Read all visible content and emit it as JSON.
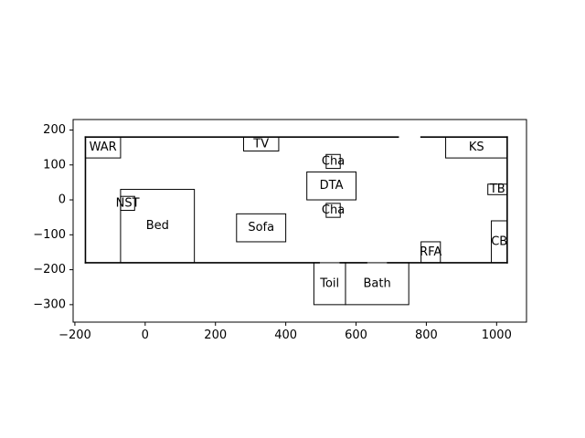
{
  "chart_data": {
    "type": "floor-plan",
    "xlim": [
      -205,
      1085
    ],
    "ylim": [
      -350,
      230
    ],
    "x_ticks": [
      -200,
      0,
      200,
      400,
      600,
      800,
      1000
    ],
    "y_ticks": [
      200,
      100,
      0,
      -100,
      -200,
      -300
    ],
    "x_tick_labels": [
      "−200",
      "0",
      "200",
      "400",
      "600",
      "800",
      "1000"
    ],
    "y_tick_labels": [
      "200",
      "100",
      "0",
      "−100",
      "−200",
      "−300"
    ],
    "walls": {
      "x0": -170,
      "x1": 1030,
      "y0": -180,
      "y1": 180,
      "gaps": [
        {
          "side": "top",
          "from": 720,
          "to": 785
        },
        {
          "side": "bottom",
          "from": 495,
          "to": 555
        },
        {
          "side": "bottom",
          "from": 630,
          "to": 690
        }
      ]
    },
    "rooms": [
      {
        "id": "war",
        "label": "WAR",
        "x0": -170,
        "x1": -70,
        "y0": 120,
        "y1": 180
      },
      {
        "id": "tv",
        "label": "TV",
        "x0": 280,
        "x1": 380,
        "y0": 140,
        "y1": 180
      },
      {
        "id": "cha-top",
        "label": "Cha",
        "x0": 515,
        "x1": 555,
        "y0": 90,
        "y1": 130
      },
      {
        "id": "dta",
        "label": "DTA",
        "x0": 460,
        "x1": 600,
        "y0": 0,
        "y1": 80
      },
      {
        "id": "cha-bottom",
        "label": "Cha",
        "x0": 515,
        "x1": 555,
        "y0": -50,
        "y1": -10
      },
      {
        "id": "ks",
        "label": "KS",
        "x0": 855,
        "x1": 1030,
        "y0": 120,
        "y1": 180
      },
      {
        "id": "tb",
        "label": "TB",
        "x0": 975,
        "x1": 1030,
        "y0": 15,
        "y1": 45
      },
      {
        "id": "nst",
        "label": "NST",
        "x0": -70,
        "x1": -30,
        "y0": -30,
        "y1": 10
      },
      {
        "id": "bed",
        "label": "Bed",
        "x0": -70,
        "x1": 140,
        "y0": -180,
        "y1": 30
      },
      {
        "id": "sofa",
        "label": "Sofa",
        "x0": 260,
        "x1": 400,
        "y0": -120,
        "y1": -40
      },
      {
        "id": "rfa",
        "label": "RFA",
        "x0": 785,
        "x1": 840,
        "y0": -180,
        "y1": -120
      },
      {
        "id": "cb",
        "label": "CB",
        "x0": 985,
        "x1": 1030,
        "y0": -180,
        "y1": -60
      },
      {
        "id": "toil",
        "label": "Toil",
        "x0": 480,
        "x1": 570,
        "y0": -300,
        "y1": -180
      },
      {
        "id": "bath",
        "label": "Bath",
        "x0": 570,
        "x1": 750,
        "y0": -300,
        "y1": -180
      }
    ]
  }
}
